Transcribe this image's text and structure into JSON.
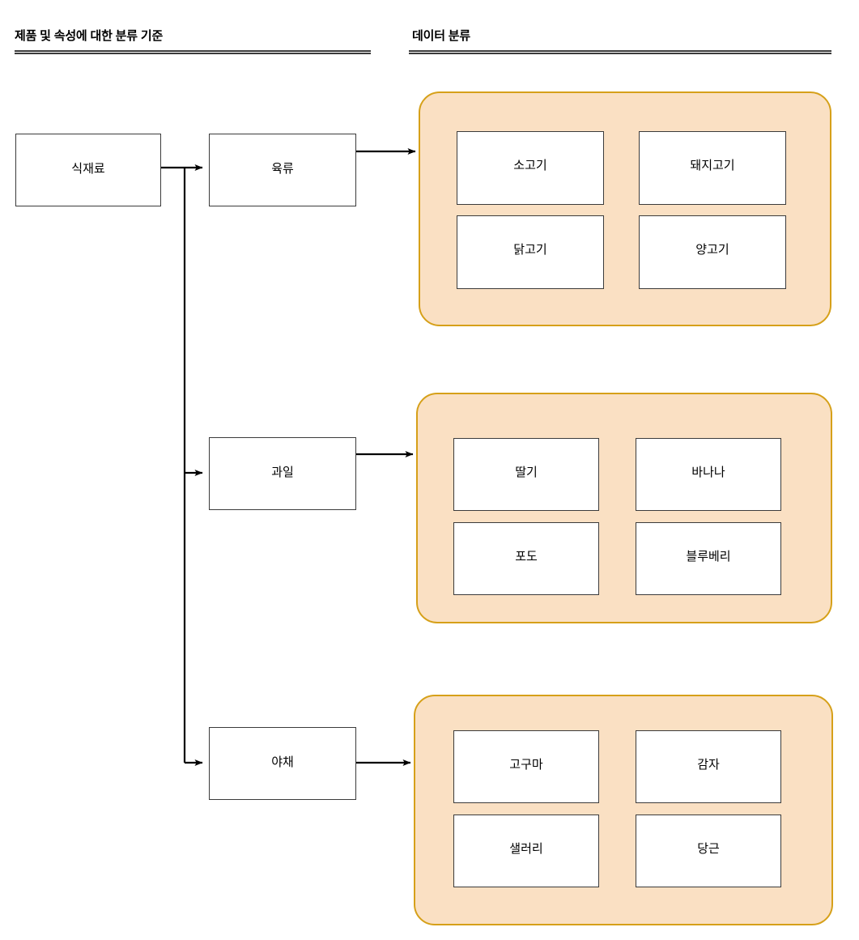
{
  "headers": {
    "left": "제품 및 속성에 대한 분류 기준",
    "right": "데이터 분류"
  },
  "root": {
    "label": "식재료"
  },
  "categories": [
    {
      "label": "육류",
      "items": [
        "소고기",
        "돼지고기",
        "닭고기",
        "양고기"
      ]
    },
    {
      "label": "과일",
      "items": [
        "딸기",
        "바나나",
        "포도",
        "블루베리"
      ]
    },
    {
      "label": "야채",
      "items": [
        "고구마",
        "감자",
        "샐러리",
        "당근"
      ]
    }
  ],
  "colors": {
    "group_fill": "#FAE0C3",
    "group_border": "#D6A019",
    "node_border": "#3B3B3B",
    "node_fill": "#FFFFFF",
    "connector": "#000000",
    "rule": "#3B3B3B",
    "text": "#000000"
  }
}
